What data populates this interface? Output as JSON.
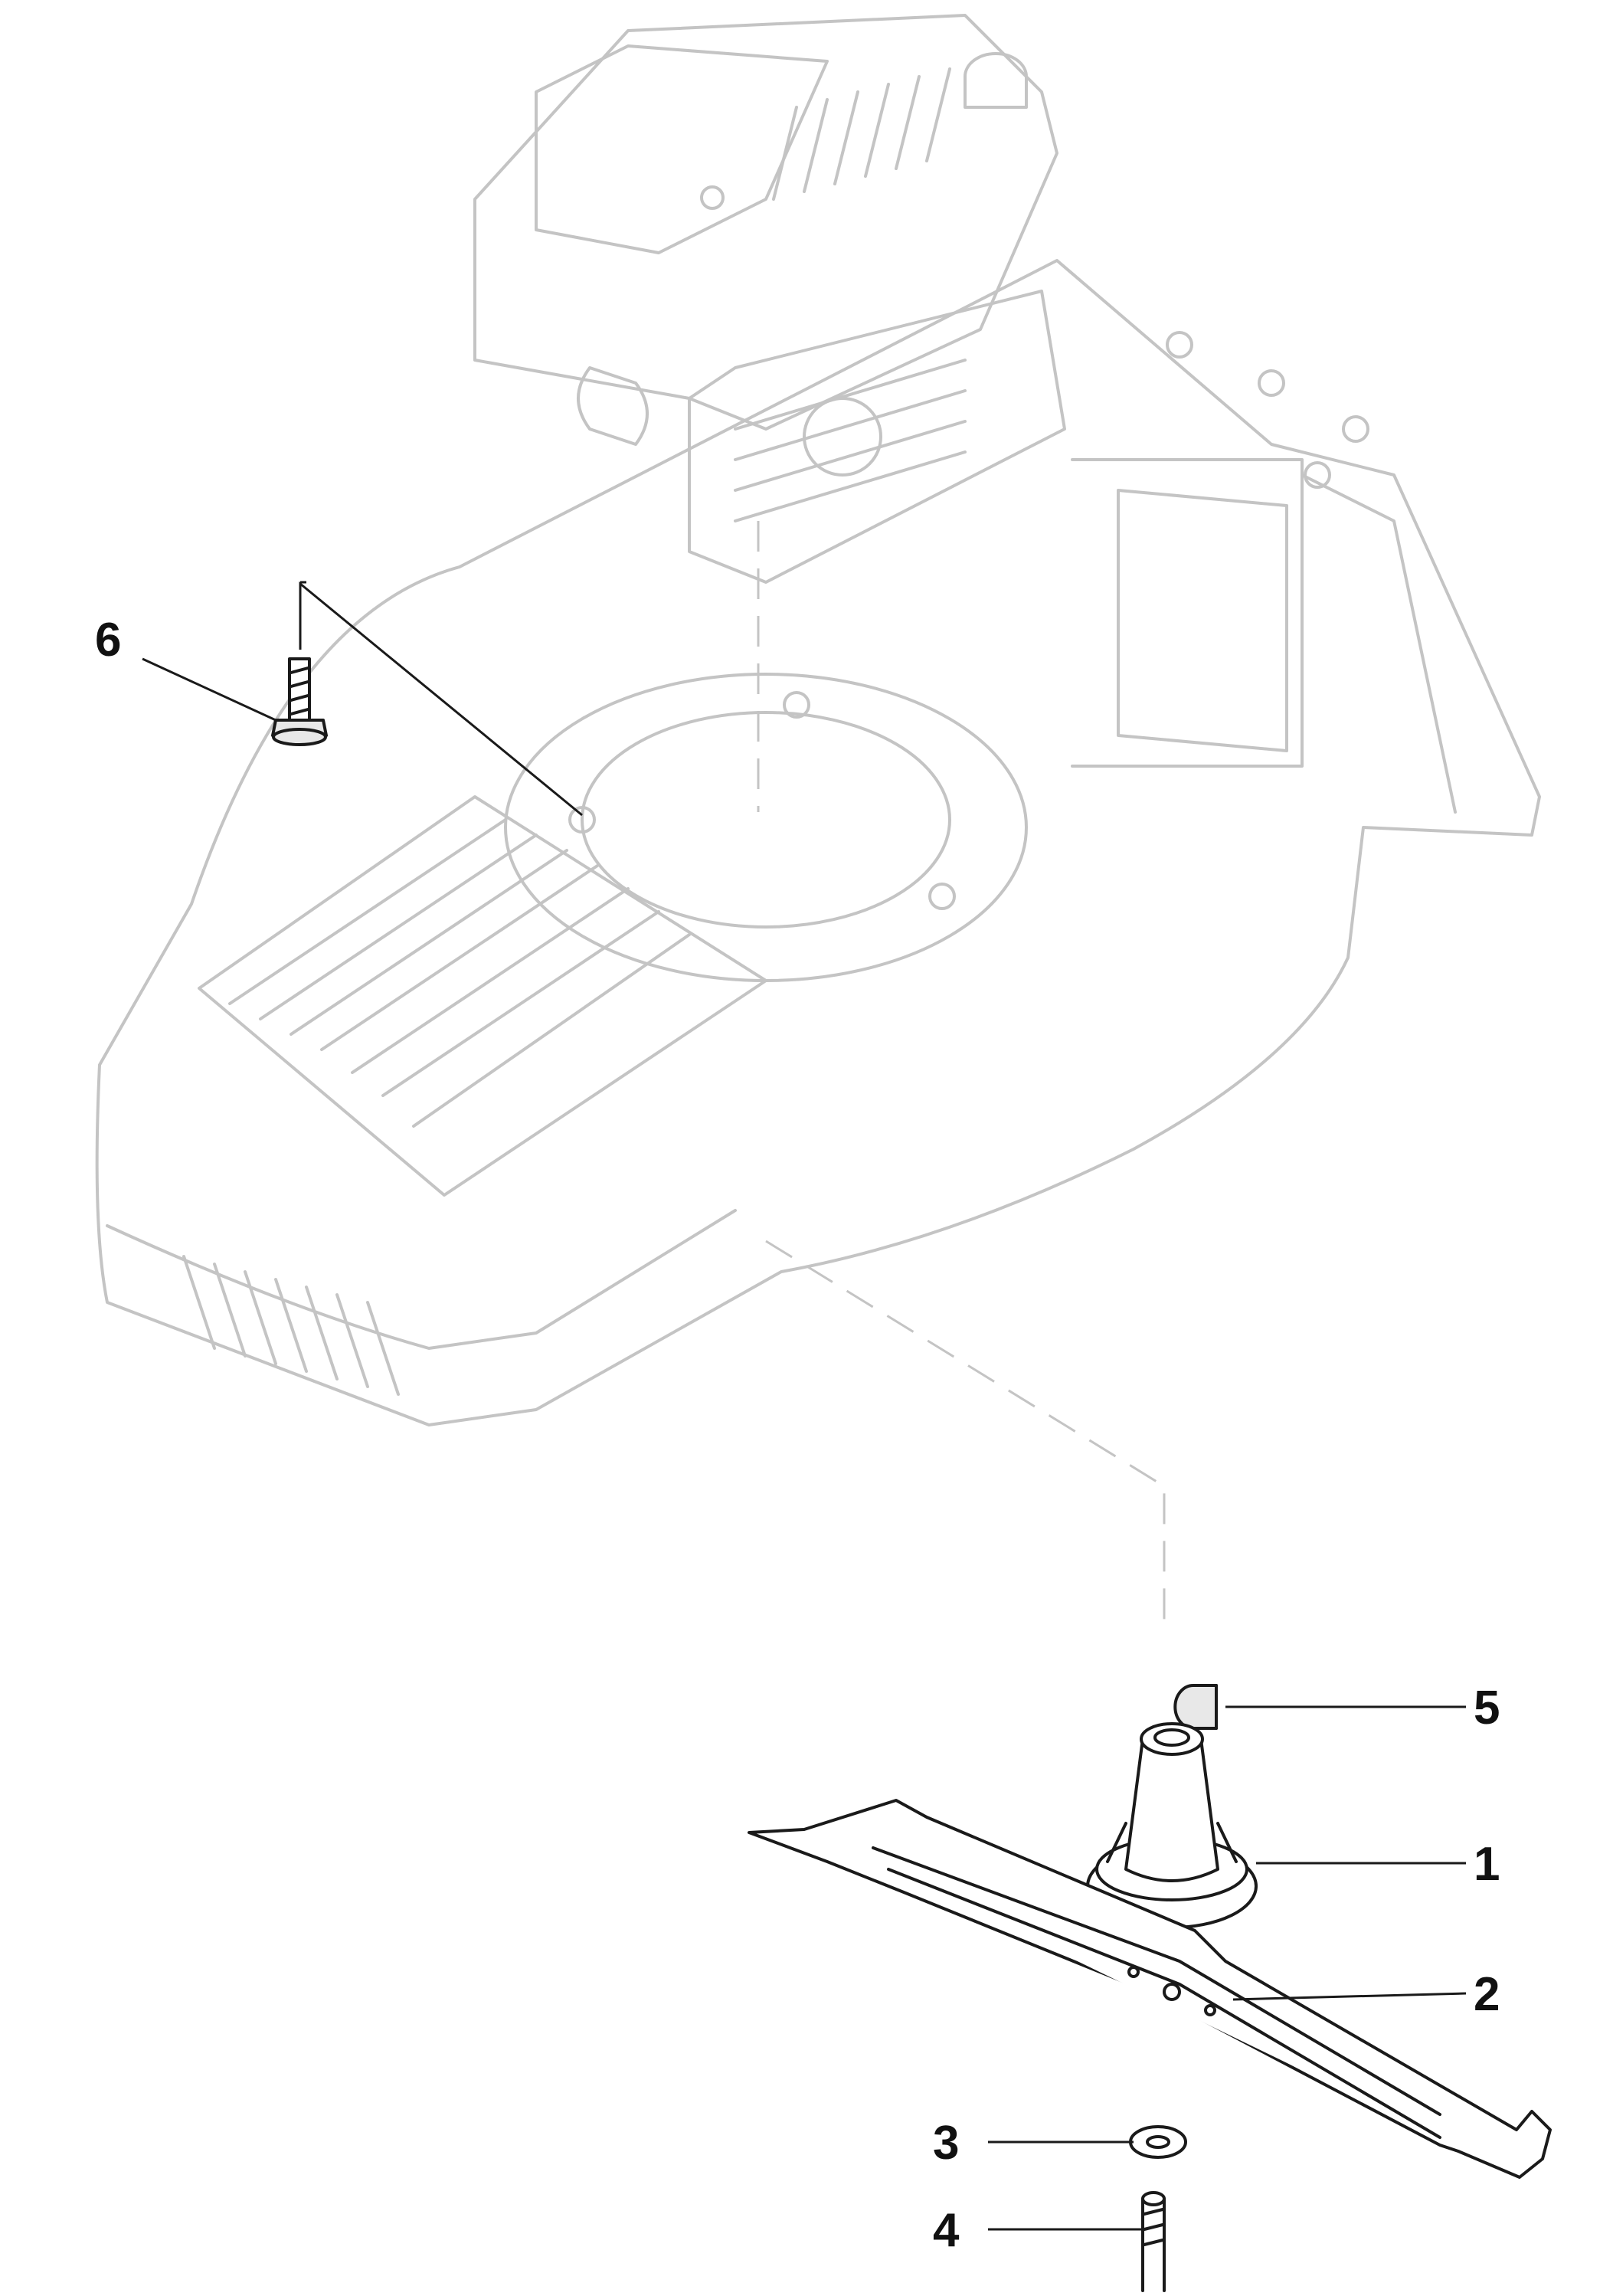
{
  "callouts": [
    {
      "id": "1",
      "label": "1"
    },
    {
      "id": "2",
      "label": "2"
    },
    {
      "id": "3",
      "label": "3"
    },
    {
      "id": "4",
      "label": "4"
    },
    {
      "id": "5",
      "label": "5"
    },
    {
      "id": "6",
      "label": "6"
    }
  ],
  "colors": {
    "ghost_outline": "#c4c4c4",
    "part_outline": "#1a1a1a",
    "callout_text": "#111111"
  }
}
